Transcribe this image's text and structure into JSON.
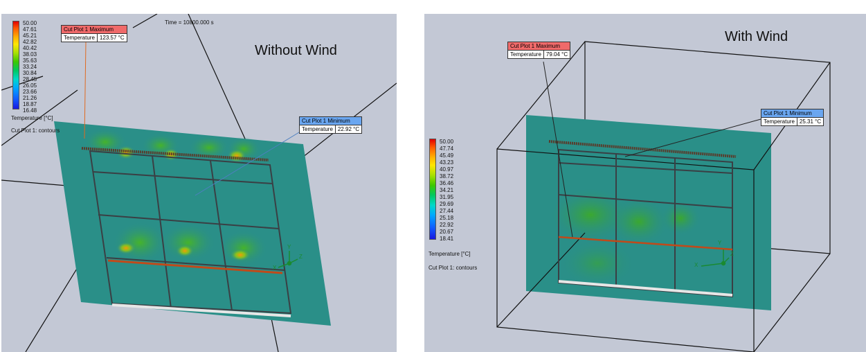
{
  "left": {
    "title": "Without Wind",
    "time": "Time = 10800.000 s",
    "legend": {
      "ticks": [
        "50.00",
        "47.61",
        "45.21",
        "42.82",
        "40.42",
        "38.03",
        "35.63",
        "33.24",
        "30.84",
        "28.45",
        "26.05",
        "23.66",
        "21.26",
        "18.87",
        "16.48"
      ],
      "quantity": "Temperature [°C]",
      "plot": "Cut Plot 1: contours"
    },
    "max_callout": {
      "title": "Cut Plot 1 Maximum",
      "param": "Temperature",
      "value": "123.57 °C"
    },
    "min_callout": {
      "title": "Cut Plot 1 Minimum",
      "param": "Temperature",
      "value": "22.92 °C"
    },
    "triad": {
      "y": "Y",
      "x": "X",
      "z": "Z"
    }
  },
  "right": {
    "title": "With Wind",
    "legend": {
      "ticks": [
        "50.00",
        "47.74",
        "45.49",
        "43.23",
        "40.97",
        "38.72",
        "36.46",
        "34.21",
        "31.95",
        "29.69",
        "27.44",
        "25.18",
        "22.92",
        "20.67",
        "18.41"
      ],
      "quantity": "Temperature [°C]",
      "plot": "Cut Plot 1: contours"
    },
    "max_callout": {
      "title": "Cut Plot 1 Maximum",
      "param": "Temperature",
      "value": "79.04 °C"
    },
    "min_callout": {
      "title": "Cut Plot 1 Minimum",
      "param": "Temperature",
      "value": "25.31 °C"
    },
    "triad": {
      "y": "Y",
      "x": "X",
      "z": "Z"
    }
  },
  "colors": {
    "viewport_bg": "#c3c8d5",
    "cut_plane": "#2a8f88",
    "hot": "#e05a00",
    "warm": "#3fb000"
  }
}
